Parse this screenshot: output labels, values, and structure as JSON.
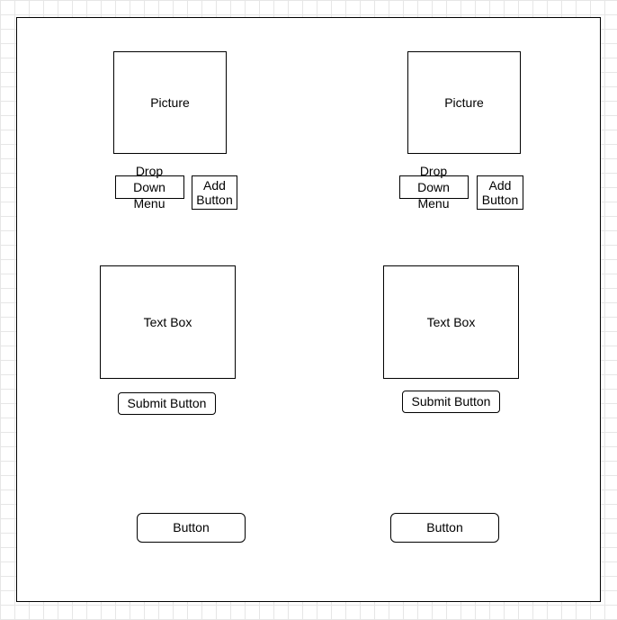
{
  "left_column": {
    "picture_label": "Picture",
    "dropdown_lines": [
      "Drop",
      "Down",
      "Menu"
    ],
    "add_button_lines": [
      "Add",
      "Button"
    ],
    "text_box_label": "Text Box",
    "submit_button_label": "Submit Button",
    "bottom_button_label": "Button"
  },
  "right_column": {
    "picture_label": "Picture",
    "dropdown_lines": [
      "Drop",
      "Down",
      "Menu"
    ],
    "add_button_lines": [
      "Add",
      "Button"
    ],
    "text_box_label": "Text Box",
    "submit_button_label": "Submit Button",
    "bottom_button_label": "Button"
  }
}
